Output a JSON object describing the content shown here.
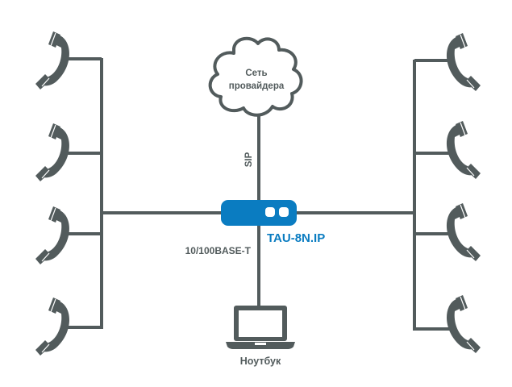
{
  "diagram": {
    "title": "TAU-8N.IP connection scheme",
    "colors": {
      "line": "#525b5c",
      "device": "#0a7cc1",
      "device_label": "#0a7cc1",
      "text": "#525b5c",
      "background": "#ffffff"
    },
    "cloud": {
      "line1": "Сеть",
      "line2": "провайдера",
      "icon": "cloud-icon"
    },
    "uplink_label": "SIP",
    "device": {
      "name": "TAU-8N.IP",
      "icon": "gateway-device-icon"
    },
    "lan_label": "10/100BASE-T",
    "laptop": {
      "label": "Ноутбук",
      "icon": "laptop-icon"
    },
    "phones": {
      "left": [
        {
          "icon": "phone-handset-icon"
        },
        {
          "icon": "phone-handset-icon"
        },
        {
          "icon": "phone-handset-icon"
        },
        {
          "icon": "phone-handset-icon"
        }
      ],
      "right": [
        {
          "icon": "phone-handset-icon"
        },
        {
          "icon": "phone-handset-icon"
        },
        {
          "icon": "phone-handset-icon"
        },
        {
          "icon": "phone-handset-icon"
        }
      ]
    }
  }
}
